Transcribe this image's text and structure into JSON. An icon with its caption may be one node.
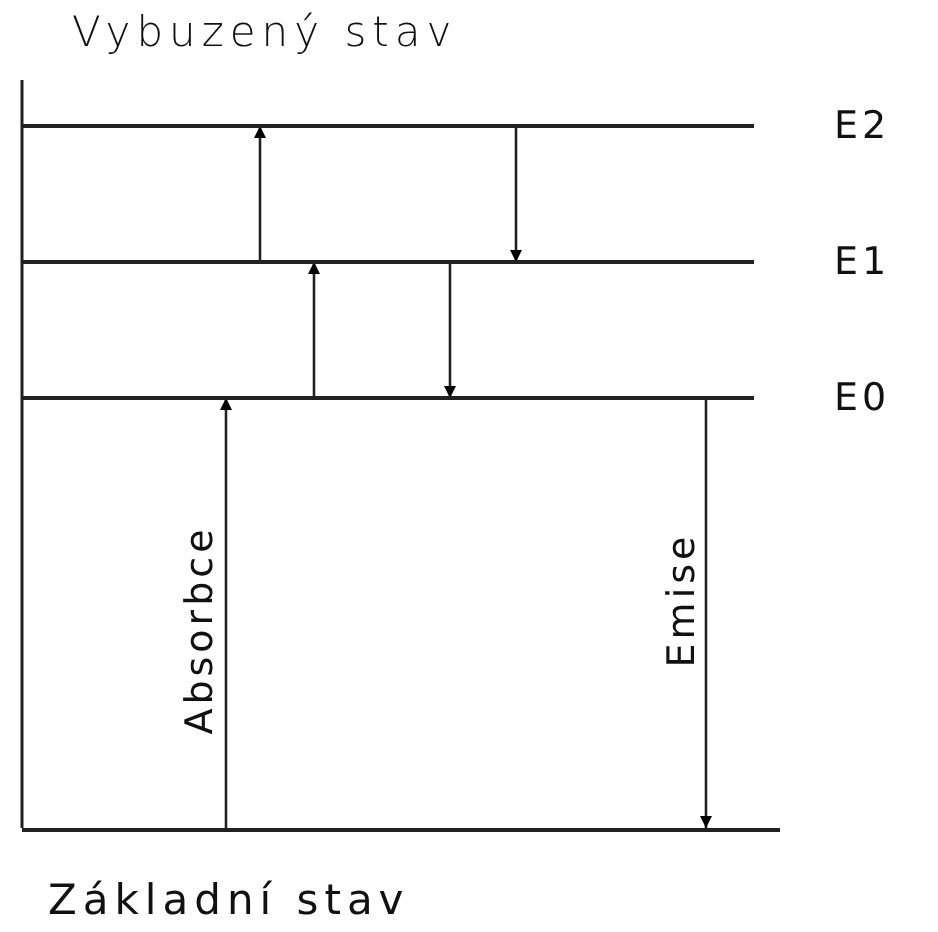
{
  "diagram": {
    "title": "Vybuzený stav",
    "nodes": [
      {
        "text": [
          "E2"
        ]
      },
      {
        "text": [
          "E1"
        ]
      },
      {
        "text": [
          "E0"
        ]
      },
      {
        "text": [
          "Základní stav"
        ]
      }
    ],
    "edges": [
      {
        "from": 1,
        "to": 0,
        "arrow": "to"
      },
      {
        "from": 2,
        "to": 1,
        "arrow": "to"
      },
      {
        "from": 0,
        "to": 1,
        "arrow": "to"
      },
      {
        "from": 1,
        "to": 2,
        "arrow": "to"
      },
      {
        "from": 3,
        "to": 2,
        "arrow": "to",
        "label": "Absorbce"
      },
      {
        "from": 2,
        "to": 3,
        "arrow": "to",
        "label": "Emise"
      }
    ]
  }
}
